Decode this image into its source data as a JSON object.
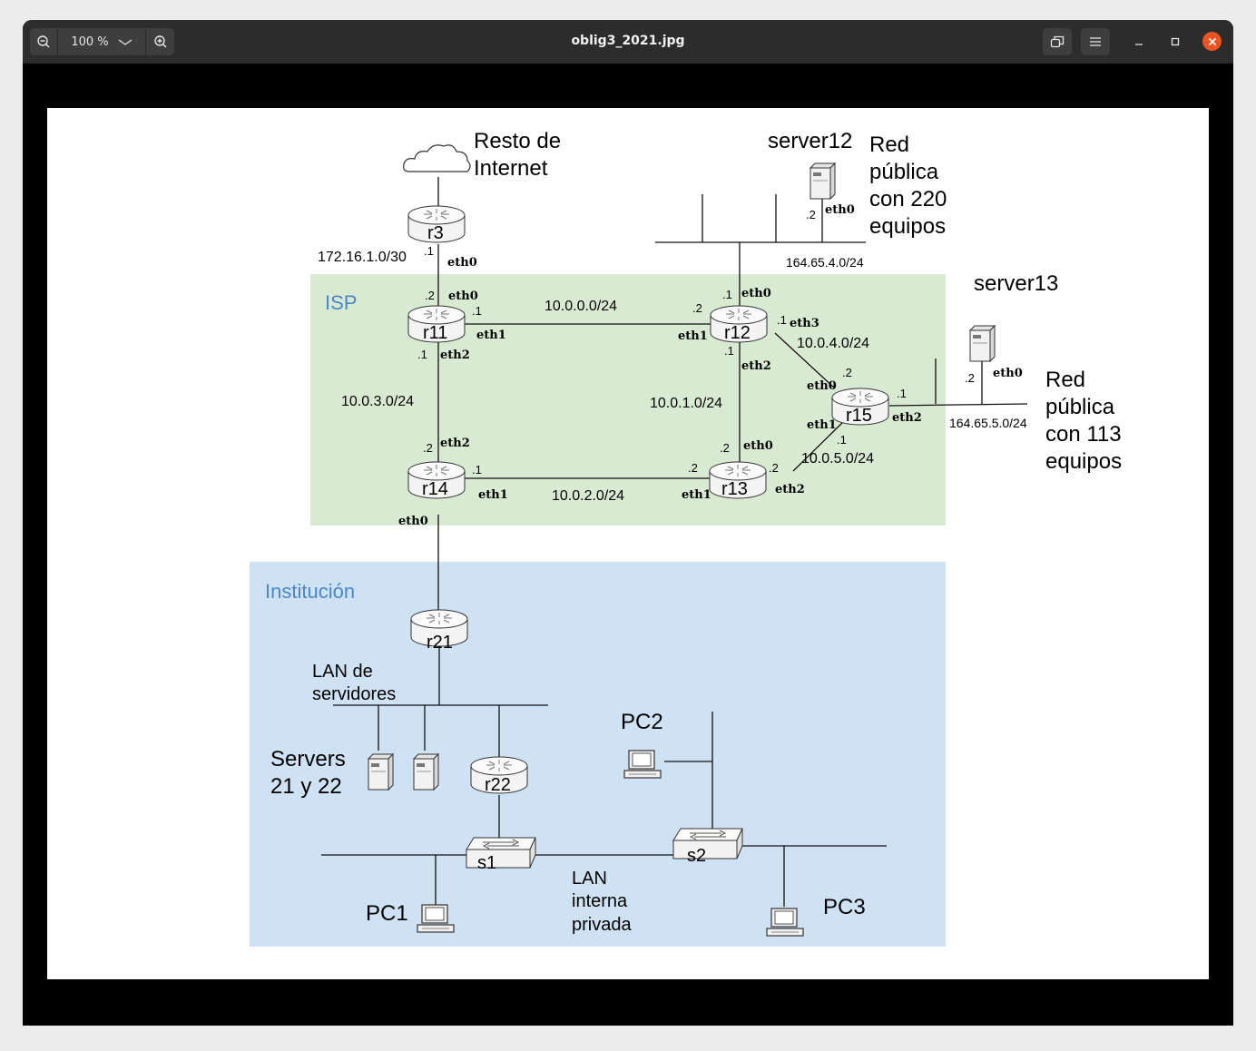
{
  "window": {
    "title": "oblig3_2021.jpg",
    "zoom": "100 %"
  },
  "toolbar": {
    "zoom_out_icon": "zoom-out-icon",
    "zoom_in_icon": "zoom-in-icon",
    "dropdown_icon": "chevron-down-icon",
    "fit_icon": "fit-window-icon",
    "menu_icon": "hamburger-menu-icon",
    "minimize_icon": "minimize-icon",
    "maximize_icon": "maximize-icon",
    "close_icon": "close-icon",
    "close_color": "#e95420"
  },
  "diagram": {
    "colors": {
      "isp": "#d9ead3",
      "institution": "#cfe2f3",
      "zone_text": "#4a86c8"
    },
    "zones": {
      "isp": "ISP",
      "institution": "Institución"
    },
    "internet": {
      "line1": "Resto de",
      "line2": "Internet"
    },
    "routers": {
      "r3": "r3",
      "r11": "r11",
      "r12": "r12",
      "r13": "r13",
      "r14": "r14",
      "r15": "r15",
      "r21": "r21",
      "r22": "r22"
    },
    "switches": {
      "s1": "s1",
      "s2": "s2"
    },
    "nets": {
      "n172": "172.16.1.0/30",
      "n0": "10.0.0.0/24",
      "n1": "10.0.1.0/24",
      "n2": "10.0.2.0/24",
      "n3": "10.0.3.0/24",
      "n4": "10.0.4.0/24",
      "n5": "10.0.5.0/24",
      "p4": "164.65.4.0/24",
      "p5": "164.65.5.0/24"
    },
    "server12": {
      "name": "server12",
      "red1": "Red",
      "red2": "pública",
      "red3": "con 220",
      "red4": "equipos"
    },
    "server13": {
      "name": "server13",
      "red1": "Red",
      "red2": "pública",
      "red3": "con 113",
      "red4": "equipos"
    },
    "lan_servers": {
      "line1": "LAN de",
      "line2": "servidores"
    },
    "servers21": {
      "line1": "Servers",
      "line2": "21 y 22"
    },
    "lan_private": {
      "line1": "LAN",
      "line2": "interna",
      "line3": "privada"
    },
    "pcs": {
      "pc1": "PC1",
      "pc2": "PC2",
      "pc3": "PC3"
    },
    "ifaces": {
      "eth0": "eth0",
      "eth1": "eth1",
      "eth2": "eth2",
      "eth3": "eth3",
      "d1": ".1",
      "d2": ".2"
    }
  }
}
